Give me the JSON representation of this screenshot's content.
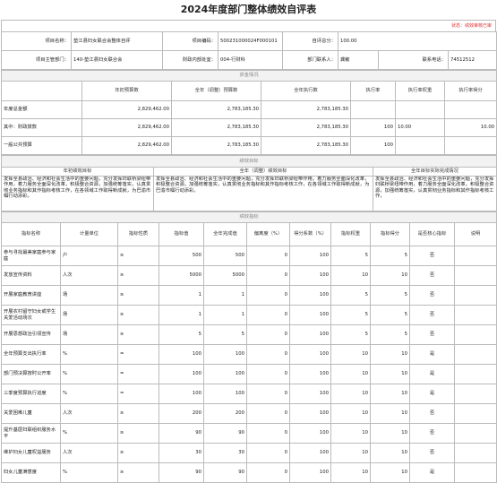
{
  "title": "2024年度部门整体绩效自评表",
  "status": "状态：绩效审核已审",
  "info": {
    "row1": [
      {
        "label": "项目名称：",
        "value": "垫江县妇女联合会整体自评"
      },
      {
        "label": "项目编码：",
        "value": "500231000024F000101"
      },
      {
        "label": "自评总分：",
        "value": "100.00"
      }
    ],
    "row2": [
      {
        "label": "项目主管部门：",
        "value": "140-垫江县妇女联合会"
      },
      {
        "label": "财政内部处室：",
        "value": "004-行财科"
      },
      {
        "label": "部门联系人：",
        "value": "龚敏"
      },
      {
        "label": "联系电话：",
        "value": "74512512"
      }
    ]
  },
  "funds": {
    "section": "资金情况",
    "headers": [
      "",
      "年初预算数",
      "全年（调整）预算数",
      "全年执行数",
      "执行率",
      "执行率权重",
      "执行率得分"
    ],
    "rows": [
      {
        "label": "年度总金额",
        "initial": "2,829,462.00",
        "adjusted": "2,783,185.30",
        "executed": "2,783,185.30",
        "rate": "",
        "weight": "",
        "score": ""
      },
      {
        "label": "其中：财政拨款",
        "initial": "2,829,462.00",
        "adjusted": "2,783,185.30",
        "executed": "2,783,185.30",
        "rate": "100",
        "weight": "10.00",
        "score": "10.00"
      },
      {
        "label": "一般公共预算",
        "initial": "2,829,462.00",
        "adjusted": "2,783,185.30",
        "executed": "2,783,185.30",
        "rate": "100",
        "weight": "",
        "score": ""
      }
    ]
  },
  "goals": {
    "section": "绩效目标",
    "headers": [
      "年初绩效目标",
      "全年（调整）绩效目标",
      "全年目标实际完成情况"
    ],
    "initial": "发挥全县政治、经济和社会生活中的重要问题，充分发挥妇联桥梁纽带作用，着力服务全面深化改革，积极整合资源，加强统筹落实，认真贯彻业务指标和其作指标考核工作，在各领域工作取得新成就，为巴渝市帼行动添彩。",
    "adjusted": "发挥全县政治、经济和社会生活中的重要问题，充分发挥妇联桥梁纽带作用，着力服务全面深化改革，积极整合资源，加强统筹落实，认真贯彻业务指标和其作指标考核工作，在各领域工作取得新成就，为巴渝市帼行动添彩。",
    "actual": "发挥全县政治、经济和社会生活中的重要问题，充分发挥妇联桥梁纽带作用，着力服务全面深化改革，积极整合资源，加强统筹落实，认真贯彻业务指标和其作指标考核工作，"
  },
  "indicators": {
    "section": "绩效指标",
    "headers": [
      "指标名称",
      "计量单位",
      "指标性质",
      "指标值",
      "全年完成值",
      "偏离度（%）",
      "得分系数（%）",
      "指标权重",
      "指标得分",
      "是否核心指标",
      "说明"
    ],
    "rows": [
      {
        "name": "参与寻找最美家庭参与家庭",
        "unit": "户",
        "nature": "≥",
        "target": "500",
        "done": "500",
        "dev": "0",
        "coef": "100",
        "weight": "5",
        "score": "5",
        "core": "否",
        "note": ""
      },
      {
        "name": "发放宣传资料",
        "unit": "人次",
        "nature": "≥",
        "target": "5000",
        "done": "5000",
        "dev": "0",
        "coef": "100",
        "weight": "10",
        "score": "10",
        "core": "否",
        "note": ""
      },
      {
        "name": "开展家庭教育讲座",
        "unit": "场",
        "nature": "≥",
        "target": "1",
        "done": "1",
        "dev": "0",
        "coef": "100",
        "weight": "5",
        "score": "5",
        "core": "否",
        "note": ""
      },
      {
        "name": "开展农村留守妇女或学生关爱活动场次",
        "unit": "场",
        "nature": "≥",
        "target": "1",
        "done": "1",
        "dev": "0",
        "coef": "100",
        "weight": "5",
        "score": "5",
        "core": "否",
        "note": ""
      },
      {
        "name": "开展思想政治引领宣传",
        "unit": "场",
        "nature": "≥",
        "target": "5",
        "done": "5",
        "dev": "0",
        "coef": "100",
        "weight": "5",
        "score": "5",
        "core": "否",
        "note": ""
      },
      {
        "name": "全年预算支出执行率",
        "unit": "%",
        "nature": "=",
        "target": "100",
        "done": "100",
        "dev": "0",
        "coef": "100",
        "weight": "10",
        "score": "10",
        "core": "是",
        "note": ""
      },
      {
        "name": "部门预决算按时公开率",
        "unit": "%",
        "nature": "=",
        "target": "100",
        "done": "100",
        "dev": "0",
        "coef": "100",
        "weight": "10",
        "score": "10",
        "core": "是",
        "note": ""
      },
      {
        "name": "三季度预算执行进度",
        "unit": "%",
        "nature": "=",
        "target": "100",
        "done": "100",
        "dev": "0",
        "coef": "100",
        "weight": "10",
        "score": "10",
        "core": "是",
        "note": ""
      },
      {
        "name": "关爱困难儿童",
        "unit": "人次",
        "nature": "≥",
        "target": "200",
        "done": "200",
        "dev": "0",
        "coef": "100",
        "weight": "10",
        "score": "10",
        "core": "否",
        "note": ""
      },
      {
        "name": "提升基层妇联组织服务水平",
        "unit": "%",
        "nature": "≥",
        "target": "90",
        "done": "90",
        "dev": "0",
        "coef": "100",
        "weight": "10",
        "score": "10",
        "core": "否",
        "note": ""
      },
      {
        "name": "维护妇女儿童权益服务",
        "unit": "人次",
        "nature": "≥",
        "target": "30",
        "done": "30",
        "dev": "0",
        "coef": "100",
        "weight": "10",
        "score": "10",
        "core": "否",
        "note": ""
      },
      {
        "name": "妇女儿童满意度",
        "unit": "%",
        "nature": "≥",
        "target": "90",
        "done": "90",
        "dev": "0",
        "coef": "100",
        "weight": "10",
        "score": "10",
        "core": "是",
        "note": ""
      }
    ]
  }
}
